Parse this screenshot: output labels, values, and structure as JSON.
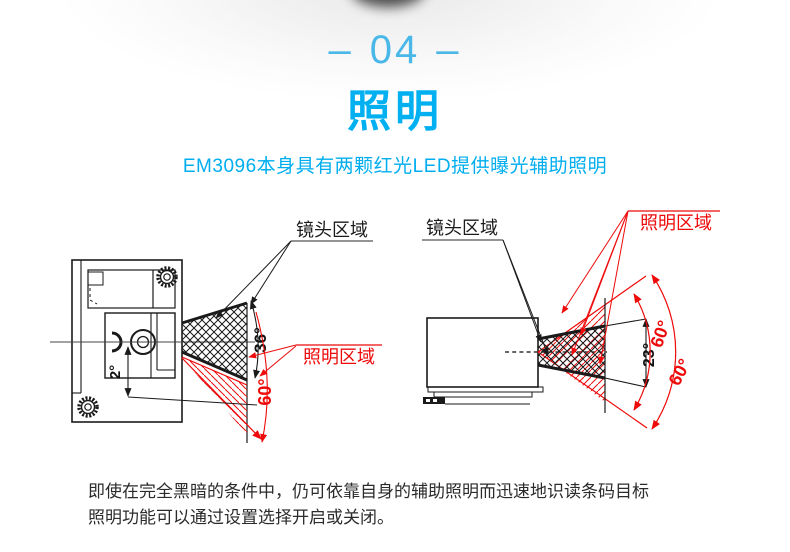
{
  "header": {
    "dash": "–",
    "section_number": "04",
    "title": "照明",
    "subtitle": "EM3096本身具有两颗红光LED提供曝光辅助照明"
  },
  "diagrams": {
    "left": {
      "lens_label": "镜头区域",
      "illum_label": "照明区域",
      "tilt_angle": "2°",
      "lens_angle": "36°",
      "illum_angle": "60°"
    },
    "right": {
      "lens_label": "镜头区域",
      "illum_label": "照明区域",
      "lens_angle": "23°",
      "illum_angle_inner": "60°",
      "illum_angle_outer": "60°"
    }
  },
  "footer": {
    "line1": "即使在完全黑暗的条件中，仍可依靠自身的辅助照明而迅速地识读条码目标",
    "line2": "照明功能可以通过设置选择开启或关闭。"
  },
  "colors": {
    "accent_cyan": "#00b0f0",
    "subtitle_cyan": "#00aeef",
    "light_blue": "#49b7e7",
    "diagram_red": "#ee0a0a",
    "line_black": "#1a1a1a",
    "body_text": "#2b2b2b"
  }
}
